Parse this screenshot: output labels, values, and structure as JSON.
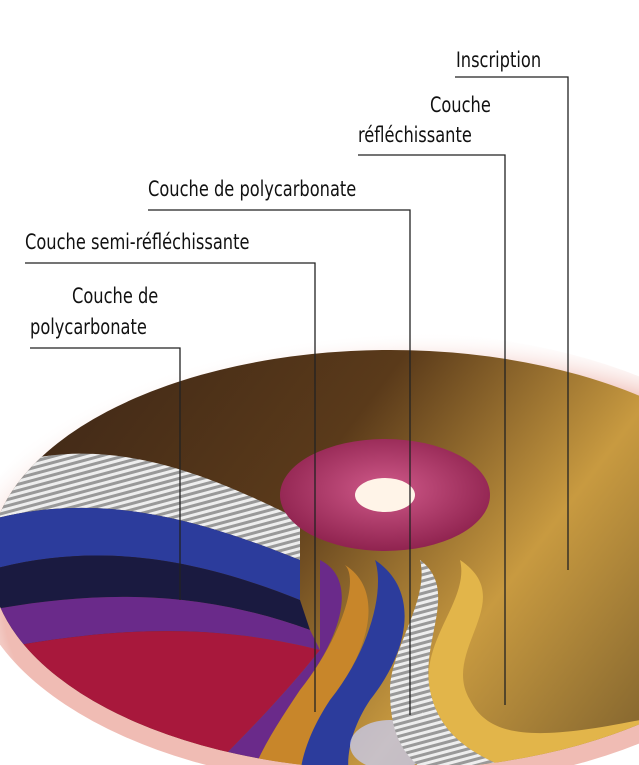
{
  "labels": {
    "inscription": "Inscription",
    "reflective_1": "Couche",
    "reflective_2": "réfléchissante",
    "polycarbonate_top": "Couche de polycarbonate",
    "semi_reflective": "Couche semi-réfléchissante",
    "polycarbonate_bottom_1": "Couche de",
    "polycarbonate_bottom_2": "polycarbonate"
  },
  "colors": {
    "disc_dark": "#2a1c12",
    "disc_gold": "#e2b54a",
    "hub": "#b0305e",
    "band_blue": "#2c3c9c",
    "band_red": "#a8183c",
    "band_purple": "#6a2a8a",
    "band_orange": "#c8862a"
  }
}
